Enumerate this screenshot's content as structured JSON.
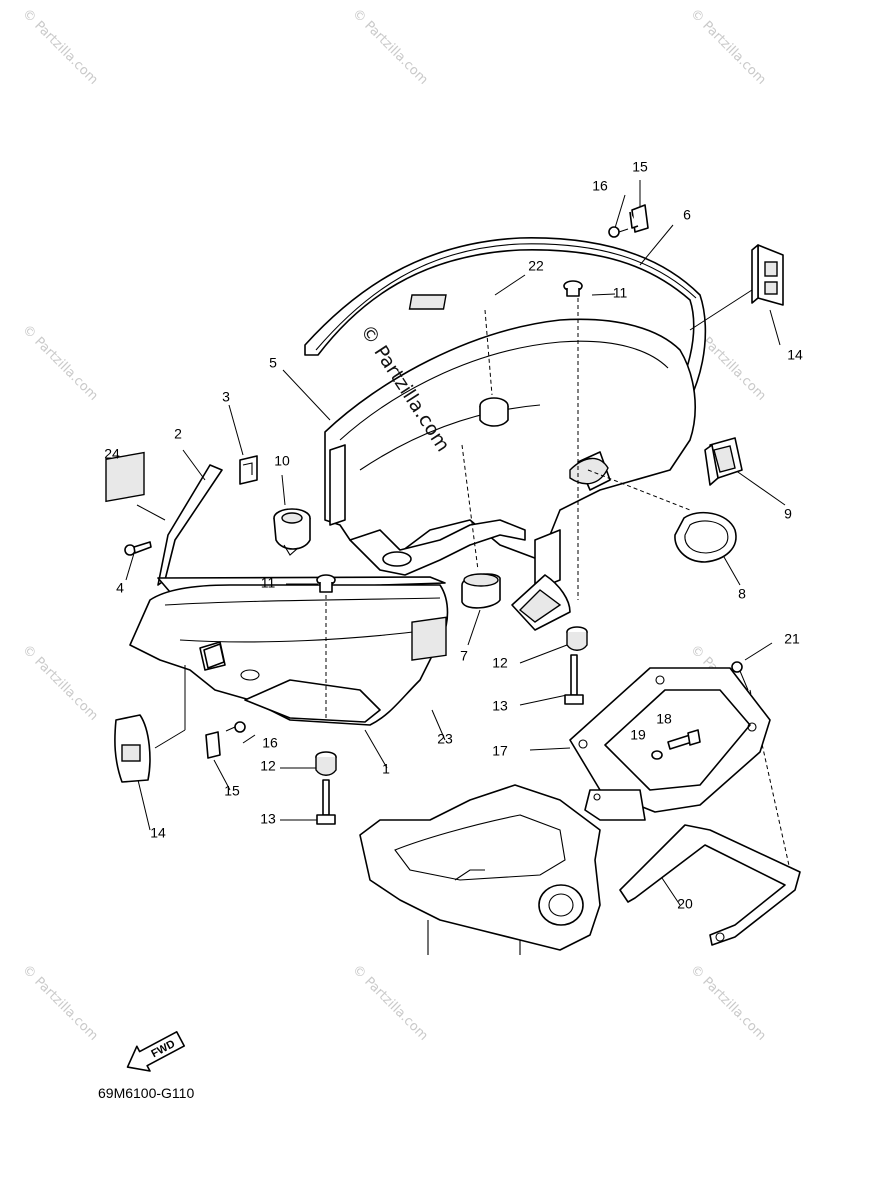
{
  "diagram_code": "69M6100-G110",
  "fwd_label": "FWD",
  "center_watermark": "© Partzilla.com",
  "watermark_text": "© Partzilla.com",
  "callouts": {
    "c1": "1",
    "c2": "2",
    "c3": "3",
    "c4": "4",
    "c5": "5",
    "c6": "6",
    "c7": "7",
    "c8": "8",
    "c9": "9",
    "c10": "10",
    "c11a": "11",
    "c11b": "11",
    "c12a": "12",
    "c12b": "12",
    "c13a": "13",
    "c13b": "13",
    "c14a": "14",
    "c14b": "14",
    "c15a": "15",
    "c15b": "15",
    "c16a": "16",
    "c16b": "16",
    "c17": "17",
    "c18": "18",
    "c19": "19",
    "c20": "20",
    "c21": "21",
    "c22": "22",
    "c23": "23",
    "c24": "24"
  }
}
